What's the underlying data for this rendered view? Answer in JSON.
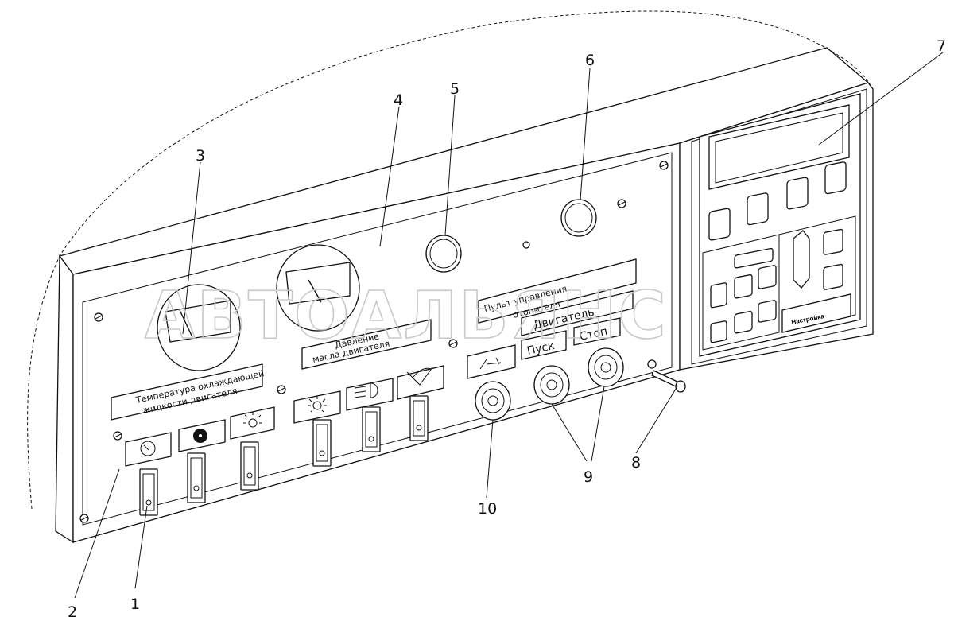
{
  "diagram": {
    "callouts": [
      "1",
      "2",
      "3",
      "4",
      "5",
      "6",
      "7",
      "8",
      "9",
      "10"
    ],
    "labels": {
      "coolant_temp_line1": "Температура охлаждающей",
      "coolant_temp_line2": "жидкости двигателя",
      "oil_pressure_line1": "Давление",
      "oil_pressure_line2": "масла двигателя",
      "heater_panel_line1": "Пульт управления",
      "heater_panel_line2": "отопителя",
      "engine": "Двигатель",
      "start": "Пуск",
      "stop": "Стоп",
      "settings": "Настройка"
    },
    "watermark": "АВТОАЛЬЯНС",
    "icons": [
      "gauge-icon",
      "fan-icon",
      "lamp-icon",
      "light-icon",
      "headlight-icon",
      "wiper-icon",
      "heater-icon"
    ]
  }
}
